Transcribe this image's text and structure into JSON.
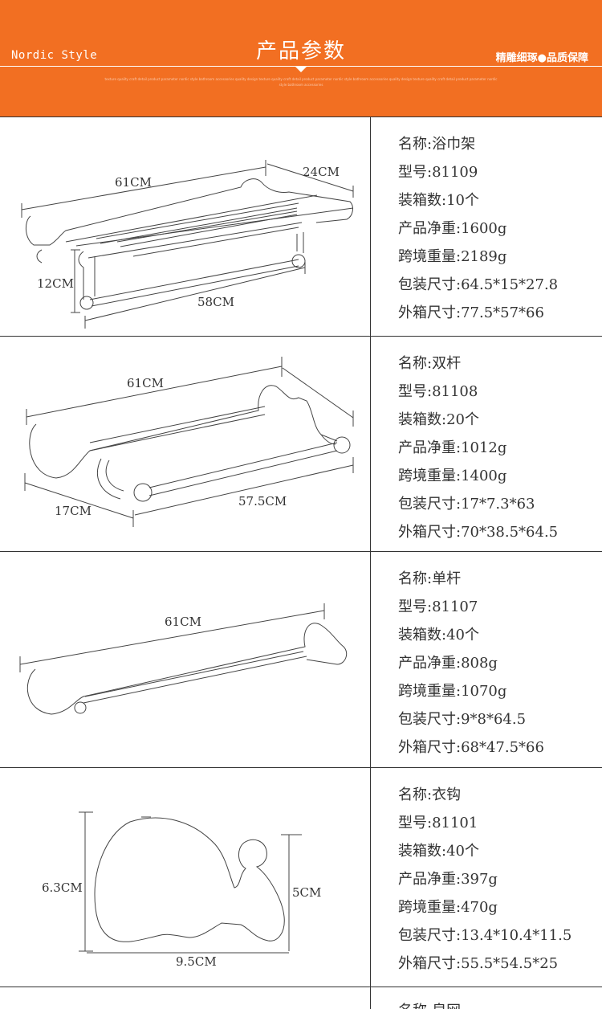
{
  "header": {
    "brand": "Nordic Style",
    "title": "产品参数",
    "slogan": "精雕细琢●品质保障",
    "fine_print": "texture quality craft detail product parameter nordic style bathroom accessories quality design texture quality craft detail product parameter nordic style bathroom accessories quality design texture quality craft detail product parameter nordic style bathroom accessories"
  },
  "products": [
    {
      "dims": {
        "length": "61CM",
        "depth": "24CM",
        "height": "12CM",
        "bar": "58CM"
      },
      "specs": [
        "名称:浴巾架",
        "型号:81109",
        "装箱数:10个",
        "产品净重:1600g",
        "跨境重量:2189g",
        "包装尺寸:64.5*15*27.8",
        "外箱尺寸:77.5*57*66"
      ]
    },
    {
      "dims": {
        "length": "61CM",
        "depth": "17CM",
        "bar": "57.5CM"
      },
      "specs": [
        "名称:双杆",
        "型号:81108",
        "装箱数:20个",
        "产品净重:1012g",
        "跨境重量:1400g",
        "包装尺寸:17*7.3*63",
        "外箱尺寸:70*38.5*64.5"
      ]
    },
    {
      "dims": {
        "length": "61CM"
      },
      "specs": [
        "名称:单杆",
        "型号:81107",
        "装箱数:40个",
        "产品净重:808g",
        "跨境重量:1070g",
        "包装尺寸:9*8*64.5",
        "外箱尺寸:68*47.5*66"
      ]
    },
    {
      "dims": {
        "height": "6.3CM",
        "height2": "5CM",
        "width": "9.5CM"
      },
      "specs": [
        "名称:衣钩",
        "型号:81101",
        "装箱数:40个",
        "产品净重:397g",
        "跨境重量:470g",
        "包装尺寸:13.4*10.4*11.5",
        "外箱尺寸:55.5*54.5*25"
      ]
    },
    {
      "specs": [
        "名称:皂网"
      ]
    }
  ]
}
